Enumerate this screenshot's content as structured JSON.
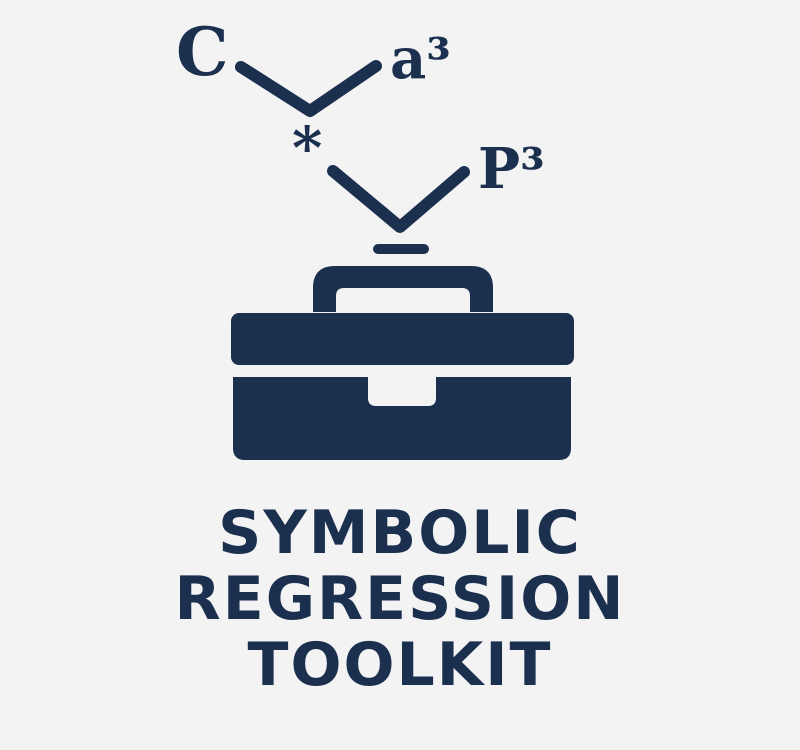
{
  "logo": {
    "colors": {
      "primary": "#1b2f4f",
      "background": "#f3f3f3"
    },
    "expression_tree": {
      "node_c": "C",
      "node_a3": "a³",
      "node_times": "*",
      "node_p3": "P³"
    },
    "icon": "toolbox-icon",
    "title_lines": [
      "SYMBOLIC",
      "REGRESSION",
      "TOOLKIT"
    ]
  }
}
